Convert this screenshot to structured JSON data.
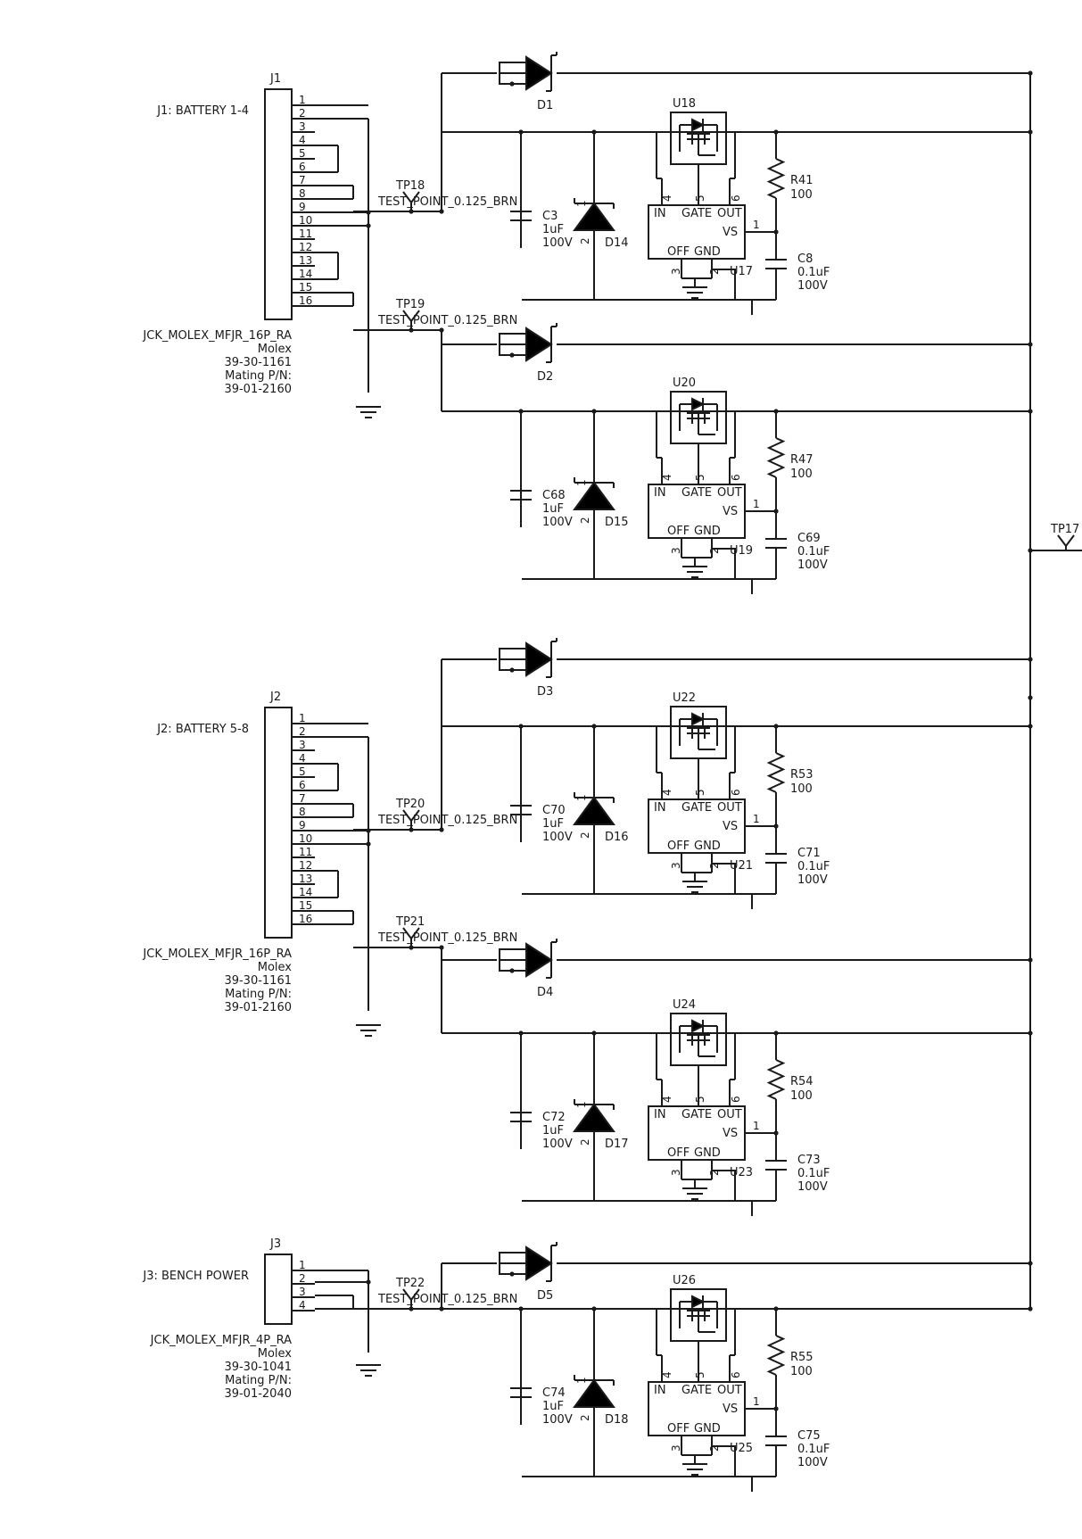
{
  "connectors": [
    {
      "ref": "J1",
      "title": "J1: BATTERY 1-4",
      "pins": [
        "1",
        "2",
        "3",
        "4",
        "5",
        "6",
        "7",
        "8",
        "9",
        "10",
        "11",
        "12",
        "13",
        "14",
        "15",
        "16"
      ],
      "footprint": "JCK_MOLEX_MFJR_16P_RA",
      "manufacturer": "Molex",
      "part_number": "39-30-1161",
      "mating_label": "Mating P/N:",
      "mating_pn": "39-01-2160"
    },
    {
      "ref": "J2",
      "title": "J2: BATTERY 5-8",
      "pins": [
        "1",
        "2",
        "3",
        "4",
        "5",
        "6",
        "7",
        "8",
        "9",
        "10",
        "11",
        "12",
        "13",
        "14",
        "15",
        "16"
      ],
      "footprint": "JCK_MOLEX_MFJR_16P_RA",
      "manufacturer": "Molex",
      "part_number": "39-30-1161",
      "mating_label": "Mating P/N:",
      "mating_pn": "39-01-2160"
    },
    {
      "ref": "J3",
      "title": "J3: BENCH POWER",
      "pins": [
        "1",
        "2",
        "3",
        "4"
      ],
      "footprint": "JCK_MOLEX_MFJR_4P_RA",
      "manufacturer": "Molex",
      "part_number": "39-30-1041",
      "mating_label": "Mating P/N:",
      "mating_pn": "39-01-2040"
    }
  ],
  "test_points": [
    {
      "ref": "TP18",
      "value": "TEST_POINT_0.125_BRN"
    },
    {
      "ref": "TP19",
      "value": "TEST_POINT_0.125_BRN"
    },
    {
      "ref": "TP20",
      "value": "TEST_POINT_0.125_BRN"
    },
    {
      "ref": "TP21",
      "value": "TEST_POINT_0.125_BRN"
    },
    {
      "ref": "TP22",
      "value": "TEST_POINT_0.125_BRN"
    },
    {
      "ref": "TP17",
      "value": ""
    }
  ],
  "series_diodes": [
    "D1",
    "D2",
    "D3",
    "D4",
    "D5"
  ],
  "ideal_diode_blocks": [
    {
      "mosfet": "U18",
      "controller": "U17",
      "zener": "D14",
      "cap": "C3",
      "cap_value": "1uF",
      "cap_voltage": "100V",
      "res": "R41",
      "res_value": "100",
      "vs_cap": "C8",
      "vs_cap_value": "0.1uF",
      "vs_cap_voltage": "100V"
    },
    {
      "mosfet": "U20",
      "controller": "U19",
      "zener": "D15",
      "cap": "C68",
      "cap_value": "1uF",
      "cap_voltage": "100V",
      "res": "R47",
      "res_value": "100",
      "vs_cap": "C69",
      "vs_cap_value": "0.1uF",
      "vs_cap_voltage": "100V"
    },
    {
      "mosfet": "U22",
      "controller": "U21",
      "zener": "D16",
      "cap": "C70",
      "cap_value": "1uF",
      "cap_voltage": "100V",
      "res": "R53",
      "res_value": "100",
      "vs_cap": "C71",
      "vs_cap_value": "0.1uF",
      "vs_cap_voltage": "100V"
    },
    {
      "mosfet": "U24",
      "controller": "U23",
      "zener": "D17",
      "cap": "C72",
      "cap_value": "1uF",
      "cap_voltage": "100V",
      "res": "R54",
      "res_value": "100",
      "vs_cap": "C73",
      "vs_cap_value": "0.1uF",
      "vs_cap_voltage": "100V"
    },
    {
      "mosfet": "U26",
      "controller": "U25",
      "zener": "D18",
      "cap": "C74",
      "cap_value": "1uF",
      "cap_voltage": "100V",
      "res": "R55",
      "res_value": "100",
      "vs_cap": "C75",
      "vs_cap_value": "0.1uF",
      "vs_cap_voltage": "100V"
    }
  ],
  "controller_pins": {
    "in": "IN",
    "gate": "GATE",
    "out": "OUT",
    "vs": "VS",
    "off": "OFF",
    "gnd": "GND",
    "pin_in": "4",
    "pin_gate": "5",
    "pin_out": "6",
    "pin_vs": "1",
    "pin_off": "3",
    "pin_gnd": "2"
  },
  "zener_pins": {
    "cathode": "1",
    "anode": "2"
  }
}
